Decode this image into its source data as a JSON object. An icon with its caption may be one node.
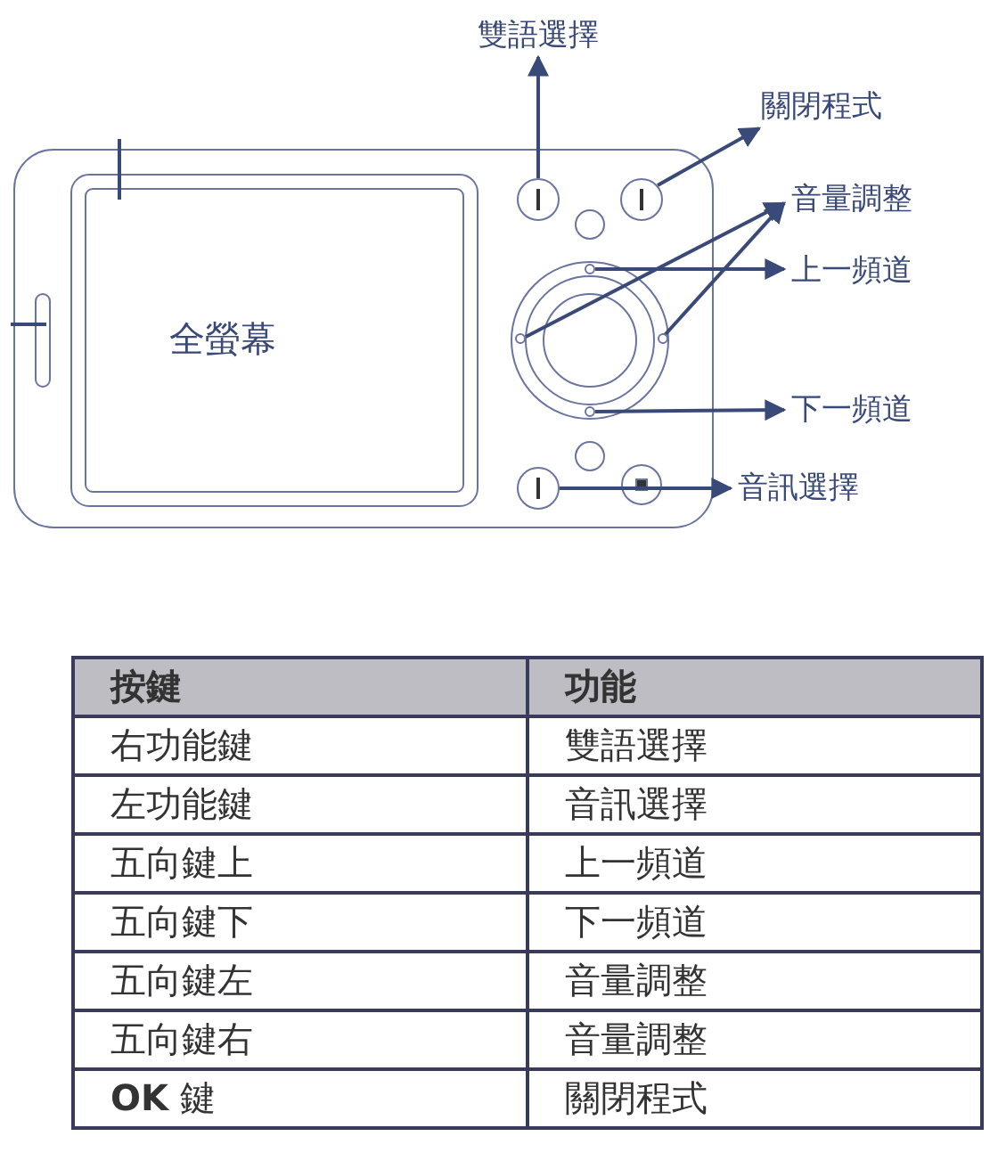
{
  "diagram": {
    "nodes": [
      {
        "text": [
          "雙語選擇"
        ]
      },
      {
        "text": [
          "關閉程式"
        ]
      },
      {
        "text": [
          "音量調整"
        ]
      },
      {
        "text": [
          "上一頻道"
        ]
      },
      {
        "text": [
          "下一頻道"
        ]
      },
      {
        "text": [
          "音訊選擇"
        ]
      },
      {
        "text": [],
        "shape": "circle"
      },
      {
        "text": [],
        "shape": "circle"
      },
      {
        "text": [],
        "shape": "circle"
      },
      {
        "text": [],
        "shape": "circle"
      },
      {
        "text": [],
        "shape": "circle"
      },
      {
        "text": [],
        "shape": "circle"
      },
      {
        "text": [],
        "shape": "circle"
      }
    ],
    "edges": [
      {
        "from": 6,
        "to": 0,
        "arrow": "to"
      },
      {
        "from": 7,
        "to": 1,
        "arrow": "to"
      },
      {
        "from": 8,
        "to": 2,
        "arrow": "to"
      },
      {
        "from": 9,
        "to": 2,
        "arrow": "to"
      },
      {
        "from": 10,
        "to": 3,
        "arrow": "to"
      },
      {
        "from": 11,
        "to": 4,
        "arrow": "to"
      },
      {
        "from": 12,
        "to": 5,
        "arrow": "to"
      }
    ],
    "labels": [
      "全螢幕",
      "按鍵",
      "功能",
      "右功能鍵",
      "雙語選擇",
      "左功能鍵",
      "音訊選擇",
      "五向鍵上",
      "上一頻道",
      "五向鍵下",
      "下一頻道",
      "五向鍵左",
      "音量調整",
      "五向鍵右",
      "音量調整",
      "**OK** 鍵",
      "關閉程式"
    ]
  }
}
